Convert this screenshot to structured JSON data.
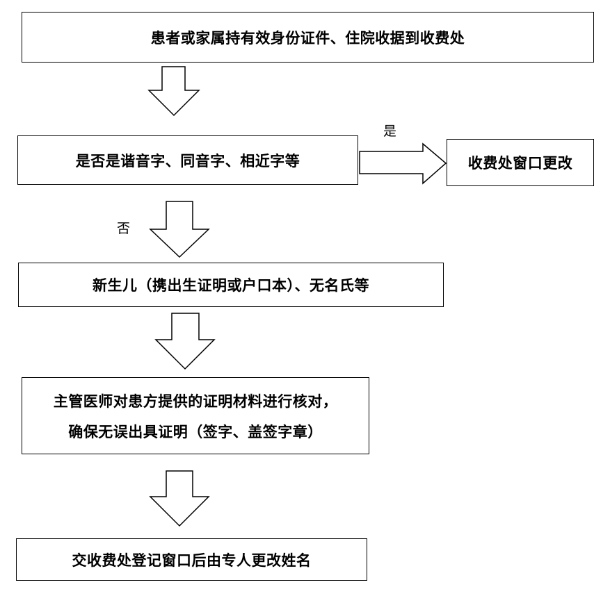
{
  "flowchart": {
    "step1": "患者或家属持有效身份证件、住院收据到收费处",
    "step2": "是否是谐音字、同音字、相近字等",
    "yes_label": "是",
    "yes_result": "收费处窗口更改",
    "no_label": "否",
    "step3": "新生儿（携出生证明或户口本）、无名氏等",
    "step4_line1": "主管医师对患方提供的证明材料进行核对，",
    "step4_line2": "确保无误出具证明（签字、盖签字章）",
    "step5": "交收费处登记窗口后由专人更改姓名"
  }
}
